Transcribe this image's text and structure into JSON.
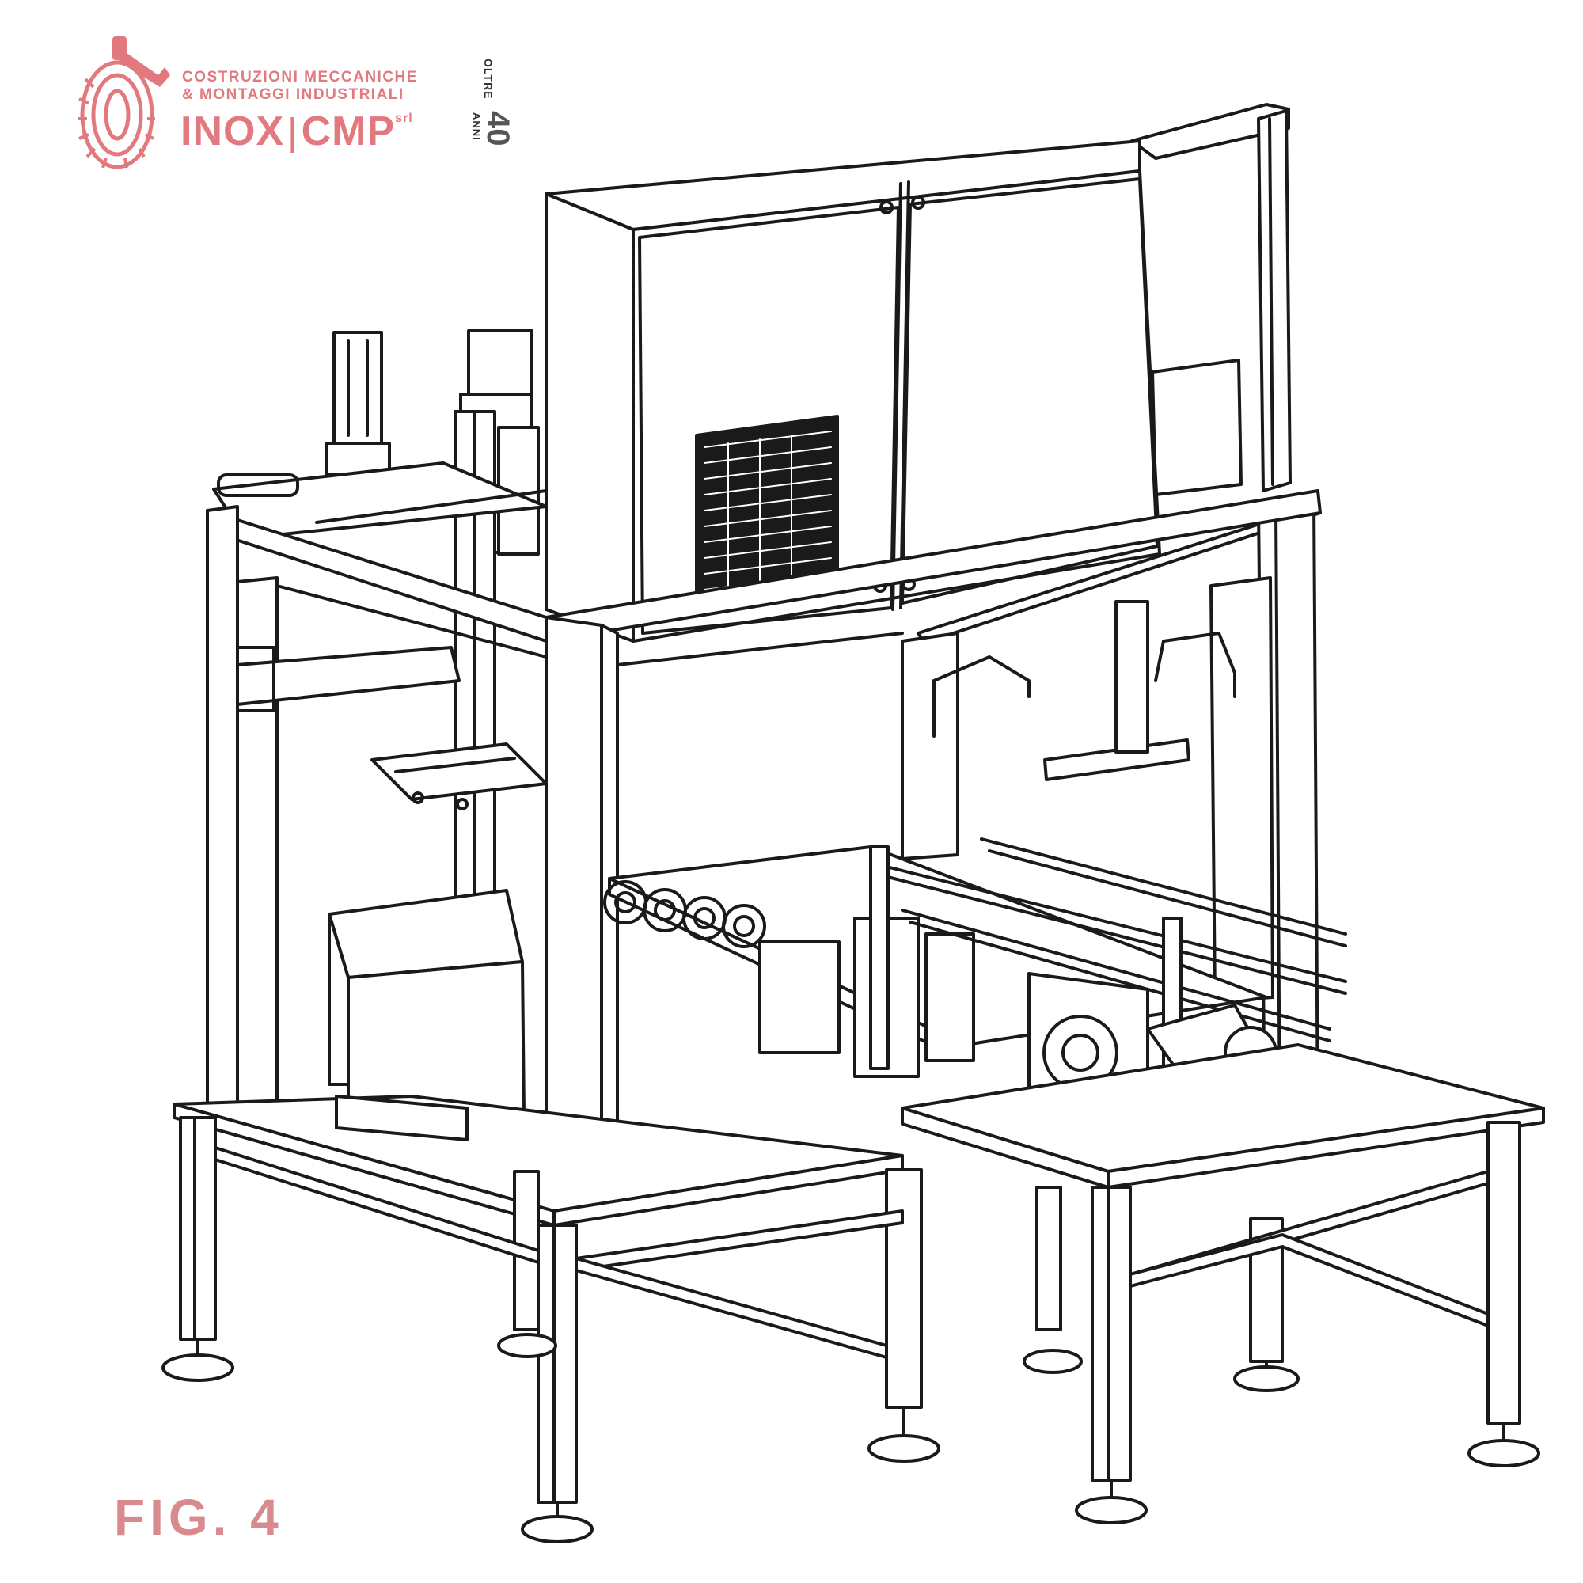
{
  "brand": {
    "line1": "COSTRUZIONI MECCANICHE",
    "line2": "& MONTAGGI INDUSTRIALI",
    "name_left": "INOX",
    "name_right": "CMP",
    "suffix": "srl",
    "years_prefix": "OLTRE",
    "years_number": "40",
    "years_suffix": "ANNI",
    "icon": "gear-wrench-logo-icon",
    "color": "#e2797f"
  },
  "figure": {
    "label": "FIG. 4",
    "label_color": "#d98a8e",
    "subject": "packaging-machine-line-drawing"
  },
  "colors": {
    "line": "#1a1a1a",
    "background": "#ffffff"
  }
}
